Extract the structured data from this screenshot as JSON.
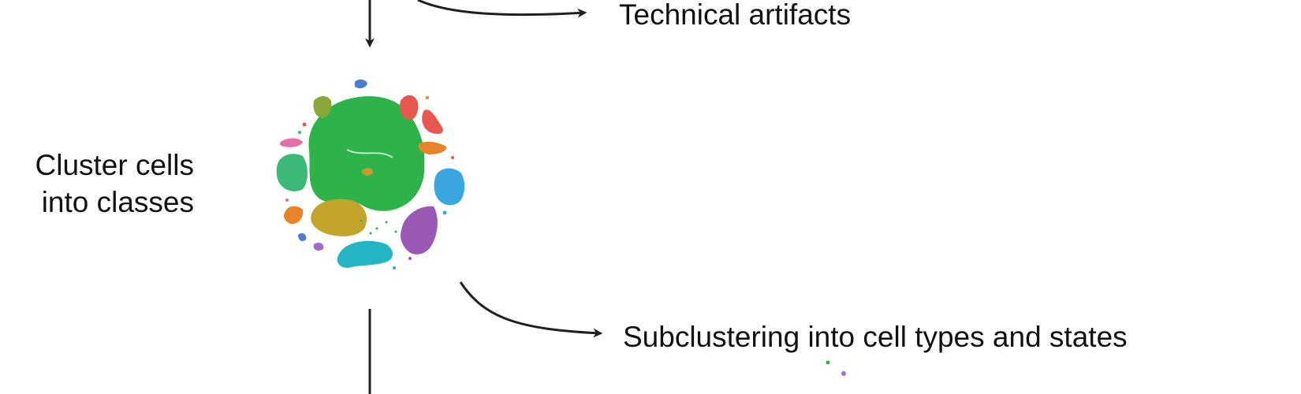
{
  "labels": {
    "technical_artifacts": "Technical artifacts",
    "cluster_line1": "Cluster cells",
    "cluster_line2": "into classes",
    "subclustering": "Subclustering into cell types and states"
  },
  "colors": {
    "arrow": "#231f20",
    "text": "#111111",
    "cluster_palette": [
      "#2db34a",
      "#c4a52c",
      "#9b59b6",
      "#23b5c4",
      "#3aa6e0",
      "#e8574f",
      "#e8832a",
      "#3cb878",
      "#8aa83a",
      "#e56fa8",
      "#4d7fd1",
      "#a36bd1"
    ]
  }
}
